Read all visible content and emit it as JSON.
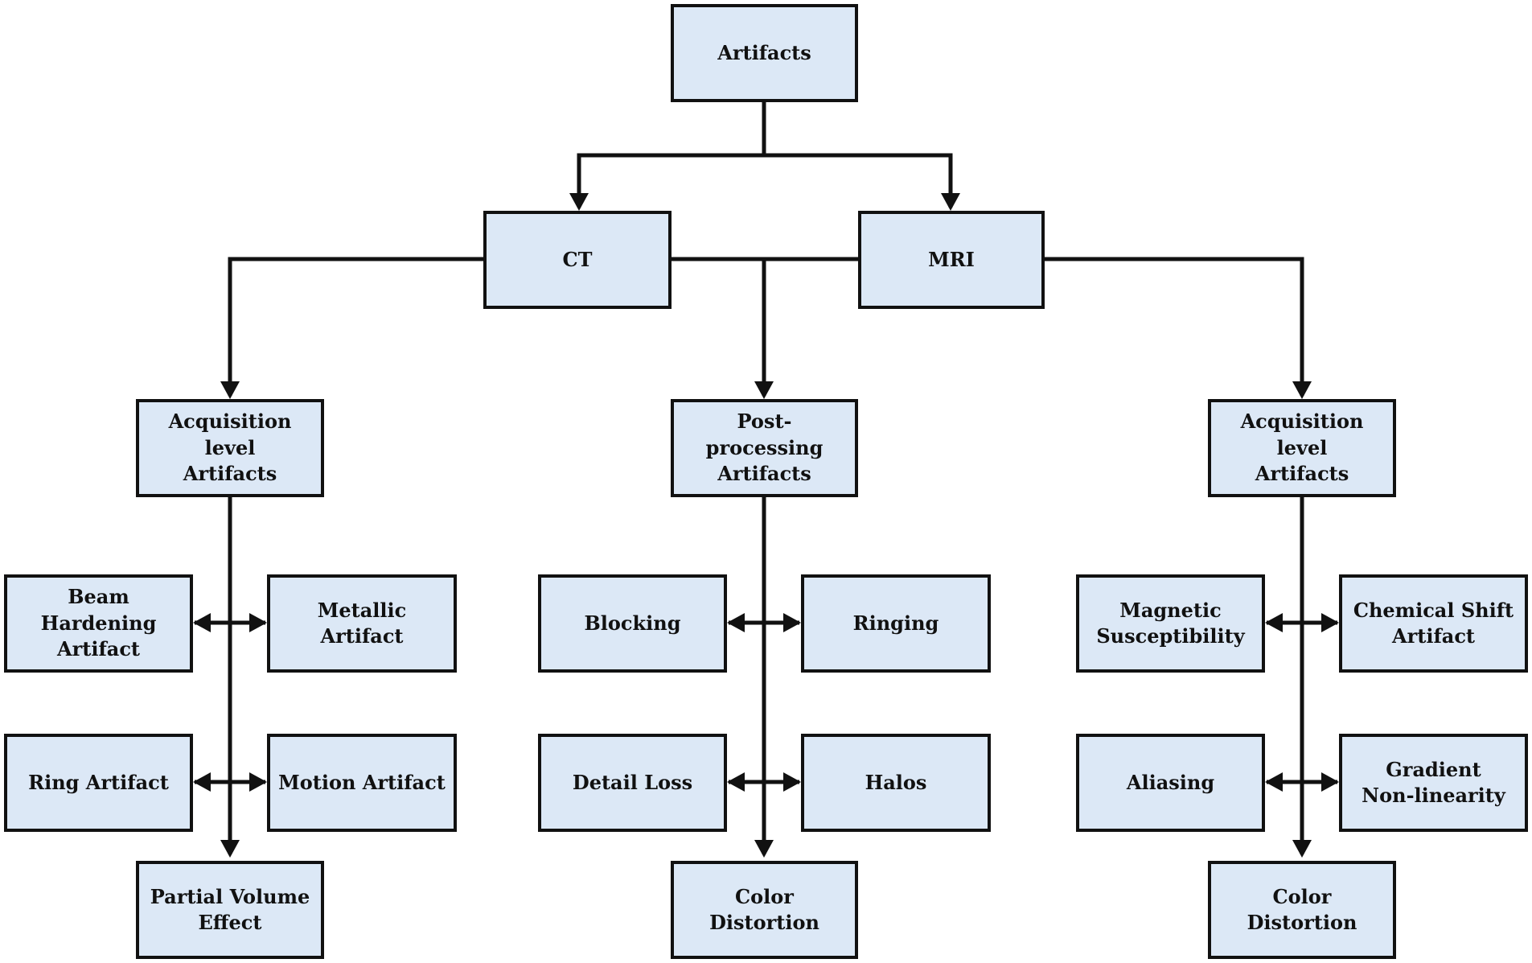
{
  "colors": {
    "box_fill": "#dce8f6",
    "box_border": "#111111",
    "connector": "#111111",
    "background": "#ffffff"
  },
  "nodes": {
    "root": "Artifacts",
    "ct": "CT",
    "mri": "MRI",
    "ct_acquisition": [
      "Acquisition level",
      "Artifacts"
    ],
    "post_processing": [
      "Post-processing",
      "Artifacts"
    ],
    "mri_acquisition": [
      "Acquisition level",
      "Artifacts"
    ],
    "beam_hardening": [
      "Beam Hardening",
      "Artifact"
    ],
    "metallic": "Metallic Artifact",
    "ring": "Ring Artifact",
    "motion": "Motion Artifact",
    "partial_volume": [
      "Partial Volume",
      "Effect"
    ],
    "blocking": "Blocking",
    "ringing": "Ringing",
    "detail_loss": "Detail Loss",
    "halos": "Halos",
    "pp_color_distortion": "Color Distortion",
    "magnetic": [
      "Magnetic",
      "Susceptibility"
    ],
    "chemical_shift": [
      "Chemical Shift",
      "Artifact"
    ],
    "aliasing": "Aliasing",
    "gradient": [
      "Gradient",
      "Non-linearity"
    ],
    "mri_color_distortion": "Color Distortion"
  }
}
